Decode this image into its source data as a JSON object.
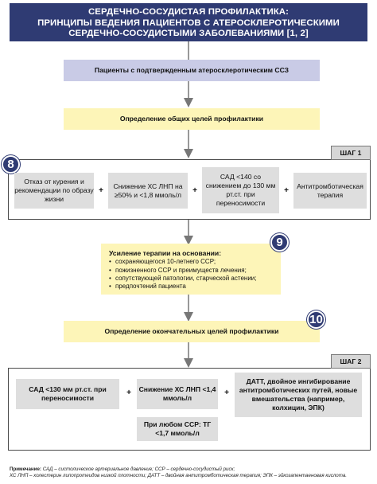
{
  "title": {
    "line1": "СЕРДЕЧНО-СОСУДИСТАЯ ПРОФИЛАКТИКА:",
    "line2": "ПРИНЦИПЫ ВЕДЕНИЯ ПАЦИЕНТОВ С АТЕРОСКЛЕРОТИЧЕСКИМИ",
    "line3": "СЕРДЕЧНО-СОСУДИСТЫМИ ЗАБОЛЕВАНИЯМИ [1, 2]"
  },
  "start_box": "Пациенты с подтвержденным атеросклеротическим ССЗ",
  "general_goals": "Определение общих целей профилактики",
  "step1": {
    "label": "ШАГ 1",
    "badge": "8",
    "items": [
      "Отказ от курения и рекомендации по образу жизни",
      "Снижение ХС ЛНП на ≥50% и <1,8 ммоль/л",
      "САД <140 со снижением до 130 мм рт.ст. при переносимости",
      "Антитромботическая терапия"
    ],
    "plus": "+"
  },
  "reasons": {
    "badge": "9",
    "title": "Усиление терапии на основании:",
    "items": [
      "сохраняющегося 10-летнего ССР;",
      "пожизненного ССР и преимуществ лечения;",
      "сопутствующей патологии, старческой астении;",
      "предпочтений пациента"
    ]
  },
  "final_goals": {
    "badge": "10",
    "text": "Определение окончательных целей профилактики"
  },
  "step2": {
    "label": "ШАГ 2",
    "items": [
      "САД <130 мм рт.ст. при переносимости",
      "Снижение ХС ЛНП <1,4 ммоль/л",
      "ДАТТ, двойное ингибирование антитромботических путей, новые вмешательства (например, колхицин, ЭПК)"
    ],
    "extra": "При любом ССР: ТГ <1,7 ммоль/л",
    "plus": "+"
  },
  "note": {
    "label": "Примечание:",
    "line1": "САД – систолическое артериальное давление; ССР – сердечно-сосудистый риск;",
    "line2": "ХС ЛНП – холестерин липопротеидов низкой плотности; ДАТТ – двойная антитромботическая терапия; ЭПК – эйкозапентаеновая кислота."
  },
  "colors": {
    "navy": "#2f3b73",
    "lavender": "#c9cbe6",
    "yellow": "#fdf5b8",
    "gray": "#dedede"
  }
}
